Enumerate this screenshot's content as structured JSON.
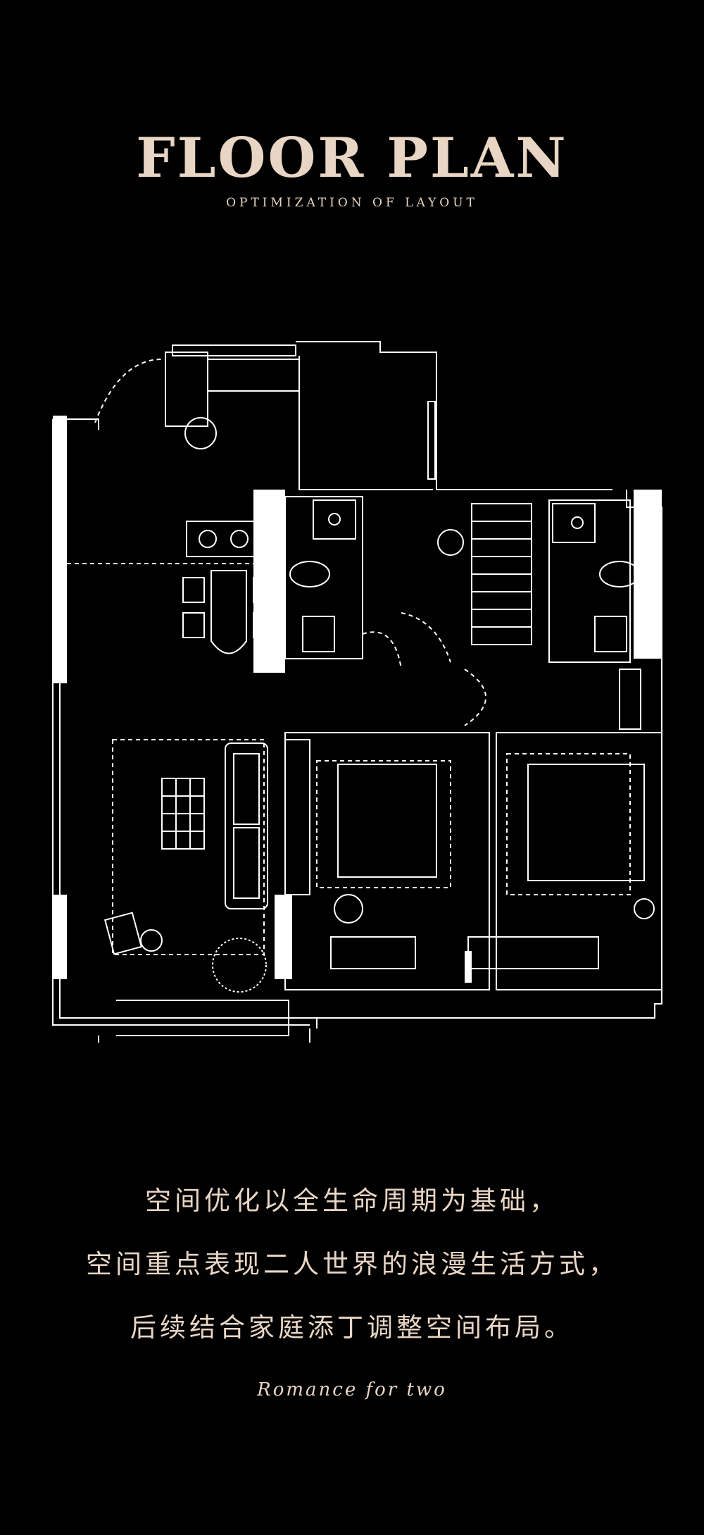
{
  "header": {
    "title": "FLOOR PLAN",
    "subtitle": "OPTIMIZATION OF LAYOUT"
  },
  "caption": {
    "lines": [
      "空间优化以全生命周期为基础，",
      "空间重点表现二人世界的浪漫生活方式，",
      "后续结合家庭添丁调整空间布局。"
    ]
  },
  "signature": "Romance for two",
  "colors": {
    "background": "#000000",
    "accent": "#e8d5c4",
    "line": "#ffffff"
  },
  "icons": [
    "floor-plan-drawing",
    "plant-icon",
    "sofa-icon",
    "bed-icon",
    "toilet-icon",
    "staircase-icon"
  ]
}
